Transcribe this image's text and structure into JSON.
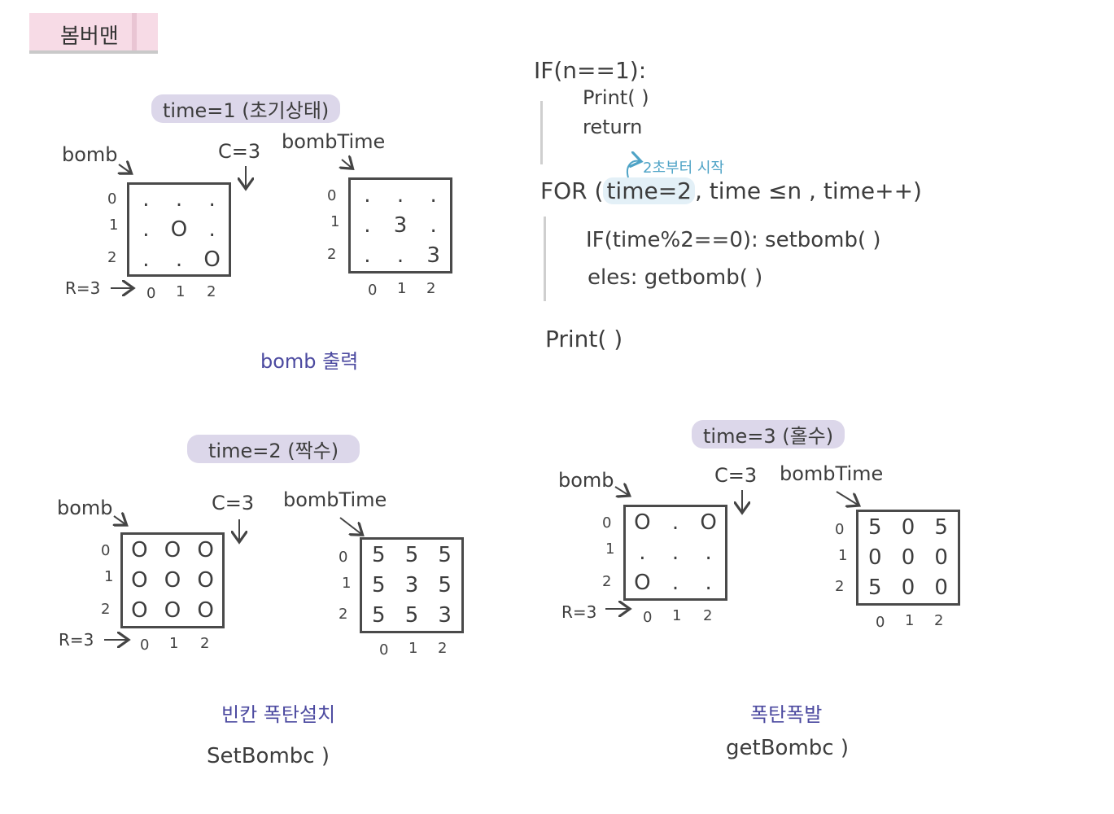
{
  "title": "봄버맨",
  "panels": {
    "t1": {
      "label": "time=1 (초기상태)",
      "bomb_label": "bomb",
      "c_label": "C=3",
      "bombtime_label": "bombTime",
      "r_label": "R=3",
      "row_idx": [
        "0",
        "1",
        "2"
      ],
      "col_idx": [
        "0",
        "1",
        "2"
      ],
      "bomb_grid": [
        [
          ".",
          ".",
          "."
        ],
        [
          ".",
          "O",
          "."
        ],
        [
          ".",
          ".",
          "O"
        ]
      ],
      "time_grid": [
        [
          ".",
          ".",
          "."
        ],
        [
          ".",
          "3",
          "."
        ],
        [
          ".",
          ".",
          "3"
        ]
      ],
      "caption": "bomb 출력"
    },
    "t2": {
      "label": "time=2 (짝수)",
      "bomb_label": "bomb",
      "c_label": "C=3",
      "bombtime_label": "bombTime",
      "r_label": "R=3",
      "row_idx": [
        "0",
        "1",
        "2"
      ],
      "col_idx": [
        "0",
        "1",
        "2"
      ],
      "bomb_grid": [
        [
          "O",
          "O",
          "O"
        ],
        [
          "O",
          "O",
          "O"
        ],
        [
          "O",
          "O",
          "O"
        ]
      ],
      "time_grid": [
        [
          "5",
          "5",
          "5"
        ],
        [
          "5",
          "3",
          "5"
        ],
        [
          "5",
          "5",
          "3"
        ]
      ],
      "caption": "빈칸 폭탄설치",
      "func": "SetBombc )"
    },
    "t3": {
      "label": "time=3 (홀수)",
      "bomb_label": "bomb",
      "c_label": "C=3",
      "bombtime_label": "bombTime",
      "r_label": "R=3",
      "row_idx": [
        "0",
        "1",
        "2"
      ],
      "col_idx": [
        "0",
        "1",
        "2"
      ],
      "bomb_grid": [
        [
          "O",
          ".",
          "O"
        ],
        [
          ".",
          ".",
          "."
        ],
        [
          "O",
          ".",
          "."
        ]
      ],
      "time_grid": [
        [
          "5",
          "0",
          "5"
        ],
        [
          "0",
          "0",
          "0"
        ],
        [
          "5",
          "0",
          "0"
        ]
      ],
      "caption": "폭탄폭발",
      "func": "getBombc )"
    }
  },
  "code": {
    "if_line": "IF(n==1):",
    "print_inner": "Print( )",
    "return_line": "return",
    "note": "2초부터 시작",
    "for_prefix": "FOR (",
    "for_init": "time=2",
    "for_rest": ", time ≤n , time++)",
    "if_time": "IF(time%2==0):  setbomb( )",
    "else_line": "eles: getbomb( )",
    "print_end": "Print( )"
  }
}
